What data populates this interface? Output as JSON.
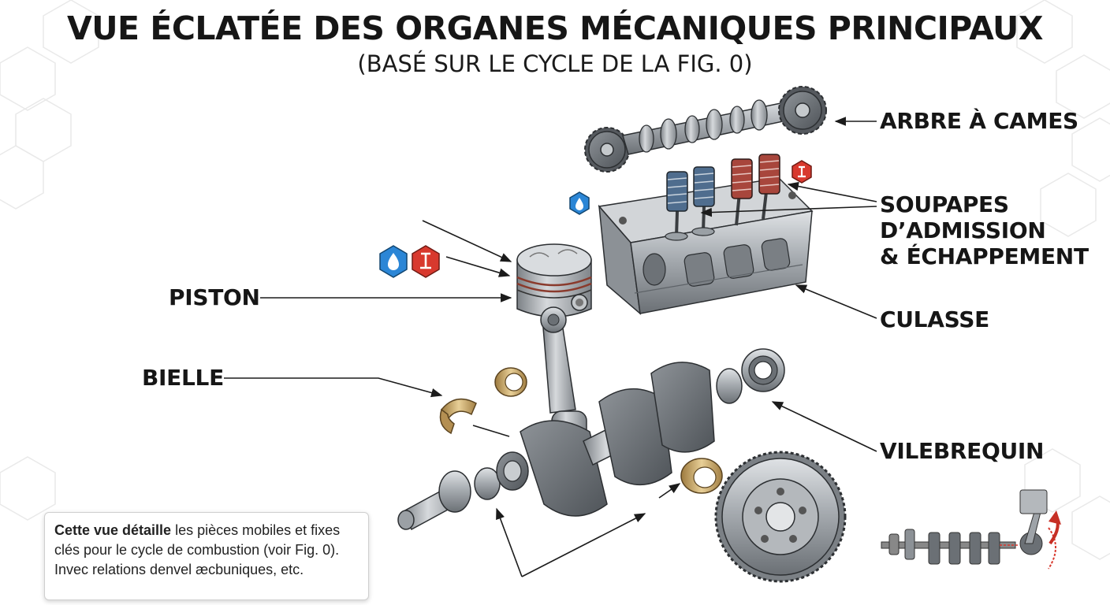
{
  "title": "VUE ÉCLATÉE DES ORGANES MÉCANIQUES PRINCIPAUX",
  "subtitle": "(BASÉ SUR LE CYCLE DE LA FIG. 0)",
  "labels": {
    "camshaft": "ARBRE À CAMES",
    "valves_line1": "SOUPAPES",
    "valves_line2": "D’ADMISSION",
    "valves_line3": "& ÉCHAPPEMENT",
    "cylinder_head": "CULASSE",
    "piston": "PISTON",
    "connecting_rod": "BIELLE",
    "crankshaft": "VILEBREQUIN"
  },
  "note": {
    "bold_lead": "Cette vue détaille",
    "line1_rest": " les pièces mobiles et fixes",
    "line2": "clés pour le cycle de combustion (voir Fig. 0).",
    "line3": "Invec relations denvel æcbuniques, etc."
  },
  "colors": {
    "intake_badge": "#2b86d6",
    "exhaust_badge": "#d8392e",
    "metal": "#9ea3a8",
    "bronze": "#c8a25e",
    "valve_spring_blue": "#4f6d8e",
    "valve_spring_red": "#a8463c"
  },
  "icons": {
    "intake": "intake-drop-hex-icon",
    "exhaust": "exhaust-valve-hex-icon",
    "mini_engine": "mini-crank-piston-icon"
  }
}
